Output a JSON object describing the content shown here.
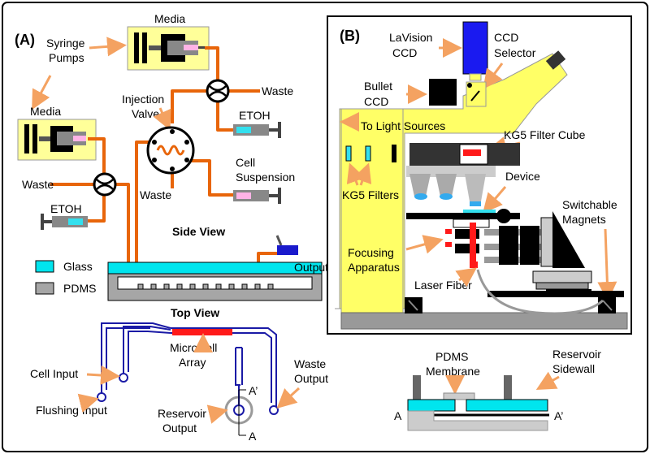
{
  "panel_a": {
    "label": "(A)",
    "syringe_pumps": [
      "Syringe",
      "Pumps"
    ],
    "media_top": "Media",
    "media_left": "Media",
    "injection_valve": [
      "Injection",
      "Valve"
    ],
    "waste_right": "Waste",
    "etoh_right": "ETOH",
    "waste_left": "Waste",
    "etoh_left": "ETOH",
    "waste_valve": "Waste",
    "cell_suspension": [
      "Cell",
      "Suspension"
    ],
    "side_view": "Side View",
    "glass": "Glass",
    "pdms": "PDMS",
    "output": "Output",
    "top_view": "Top View",
    "microwell_array": [
      "Microwell",
      "Array"
    ],
    "cell_input": "Cell Input",
    "flushing_input": "Flushing Input",
    "reservoir_output": [
      "Reservoir",
      "Output"
    ],
    "waste_output": [
      "Waste",
      "Output"
    ],
    "a_prime": "A’",
    "a": "A"
  },
  "panel_b": {
    "label": "(B)",
    "lavision_ccd": [
      "LaVision",
      "CCD"
    ],
    "ccd_selector": [
      "CCD",
      "Selector"
    ],
    "bullet_ccd": [
      "Bullet",
      "CCD"
    ],
    "to_light_sources": "To Light Sources",
    "kg5_filter_cube": "KG5 Filter Cube",
    "kg5_filters": "KG5 Filters",
    "device": "Device",
    "switchable_magnets": [
      "Switchable",
      "Magnets"
    ],
    "focusing_apparatus": [
      "Focusing",
      "Apparatus"
    ],
    "laser_fiber": "Laser Fiber"
  },
  "cross_section": {
    "pdms_membrane": [
      "PDMS",
      "Membrane"
    ],
    "reservoir_sidewall": [
      "Reservoir",
      "Sidewall"
    ],
    "a": "A",
    "a_prime": "A’"
  },
  "colors": {
    "tubing": "#e8650a",
    "glass": "#00e5ee",
    "pdms": "#a6a6a6",
    "media_box": "#ffff99",
    "microscope": "#ffff66",
    "channel": "#1a1aa6",
    "microwell": "#ff1a1a",
    "arrow": "#f4a261",
    "output_box": "#1a1acc"
  }
}
